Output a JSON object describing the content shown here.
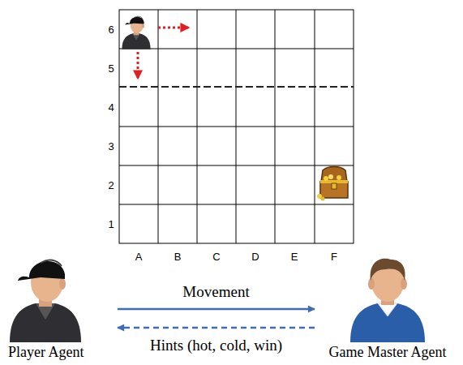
{
  "diagram": {
    "nodes": [
      {
        "text": [
          "Player Agent"
        ]
      },
      {
        "text": [
          "Game Master Agent"
        ]
      }
    ],
    "edges": [
      {
        "from": 0,
        "to": 1,
        "arrow": "to",
        "label": "Movement"
      },
      {
        "from": 1,
        "to": 0,
        "arrow": "to",
        "label": "Hints (hot, cold, win)"
      }
    ],
    "labels": [
      "6",
      "5",
      "4",
      "3",
      "2",
      "1",
      "A",
      "B",
      "C",
      "D",
      "E",
      "F"
    ]
  }
}
